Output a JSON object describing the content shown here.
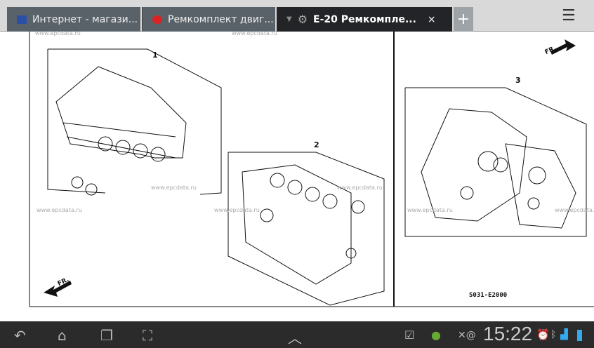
{
  "browser": {
    "tabs": [
      {
        "title": "Интернет - магази...",
        "icon": "store-favicon",
        "active": false
      },
      {
        "title": "Ремкомплект двиг...",
        "icon": "site-favicon",
        "active": false
      },
      {
        "title": "E-20 Ремкомпле...",
        "icon": "gear-favicon",
        "active": true
      }
    ],
    "close_label": "×",
    "new_tab_label": "+",
    "menu_icon": "menu-icon"
  },
  "diagram": {
    "watermark": "www.epcdata.ru",
    "part_labels": [
      "1",
      "2",
      "3"
    ],
    "front_label": "FR.",
    "code": "S031-E2000"
  },
  "system_bar": {
    "time": "15:22",
    "icons": [
      "back-icon",
      "home-icon",
      "recent-apps-icon",
      "screenshot-icon",
      "up-arrow-icon",
      "task-icon",
      "antivirus-icon",
      "sync-icon",
      "alarm-icon",
      "bluetooth-icon",
      "signal-icon",
      "battery-icon"
    ]
  }
}
